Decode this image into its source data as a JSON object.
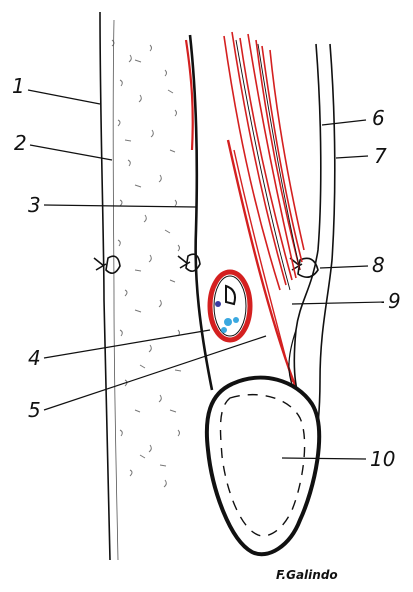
{
  "labels": [
    "1",
    "2",
    "3",
    "4",
    "5",
    "6",
    "7",
    "8",
    "9",
    "10"
  ],
  "signature": "F.Galindo",
  "colors": {
    "ink": "#111111",
    "muscle": "#d42020",
    "vessel_blue": "#3aa8e0",
    "fat_dots": "#6a6a6a"
  }
}
